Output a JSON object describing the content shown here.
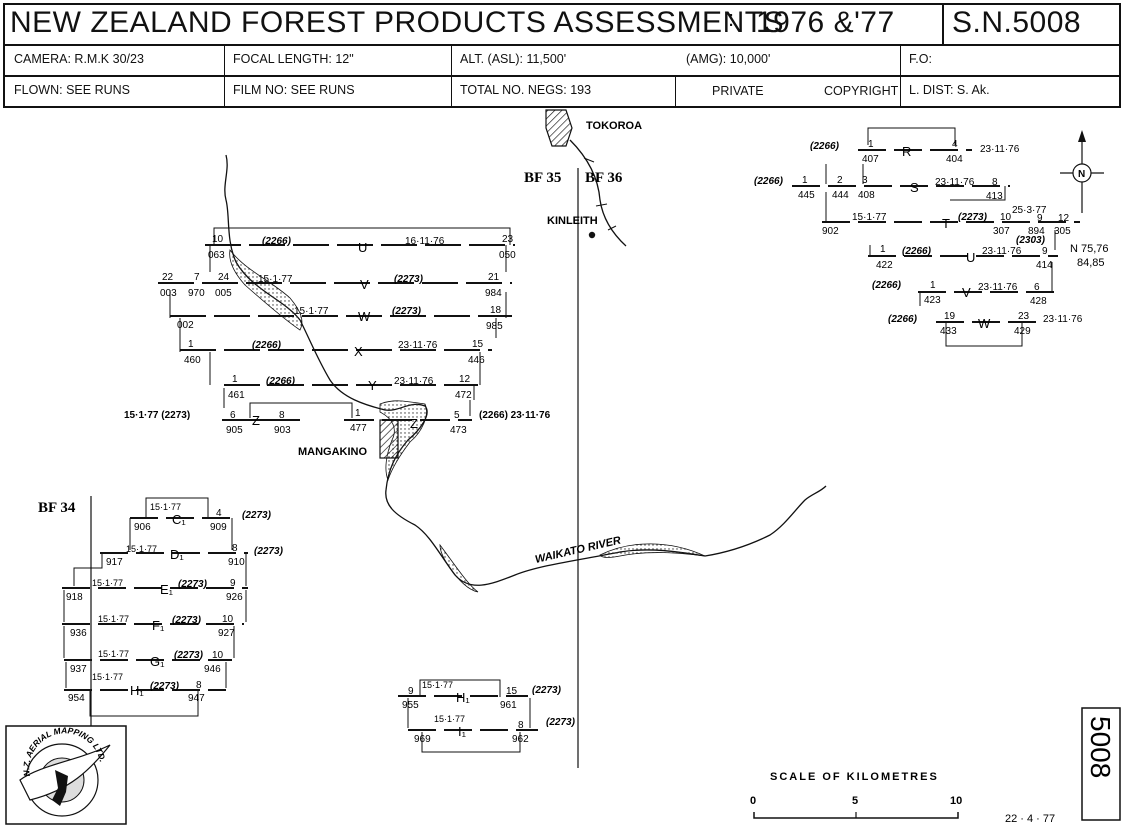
{
  "header": {
    "title": "NEW ZEALAND FOREST PRODUCTS ASSESSMENTS",
    "year_sep": ":",
    "years": "1976 &'77",
    "serial": "S.N.5008",
    "camera": "CAMERA: R.M.K 30/23",
    "focal": "FOCAL LENGTH: 12\"",
    "alt_asl": "ALT. (ASL): 11,500'",
    "alt_amg": "(AMG): 10,000'",
    "fo": "F.O:",
    "flown": "FLOWN: SEE RUNS",
    "film": "FILM NO: SEE RUNS",
    "negs": "TOTAL NO. NEGS: 193",
    "private": "PRIVATE",
    "copyright": "COPYRIGHT",
    "ldist": "L. DIST: S. Ak."
  },
  "places": {
    "tokoroa": "TOKOROA",
    "kinleith": "KINLEITH",
    "mangakino": "MANGAKINO",
    "river": "WAIKATO RIVER",
    "bf34": "BF 34",
    "bf35": "BF 35",
    "bf36": "BF 36"
  },
  "north_note1": "N 75,76",
  "north_note2": "84,85",
  "scale": {
    "title": "SCALE OF KILOMETRES",
    "t0": "0",
    "t5": "5",
    "t10": "10"
  },
  "date_stamp": "22 · 4 · 77",
  "sheet_no": "5008",
  "logo_text": "N.Z. AERIAL MAPPING LTD.",
  "runs_center": [
    {
      "letter": "U",
      "film": "(2266)",
      "date": "16·11·76",
      "l": "10",
      "lb": "063",
      "r": "23",
      "rb": "050"
    },
    {
      "letter": "V",
      "film": "(2273)",
      "date": "15·1·77",
      "l": "24",
      "lb": "005",
      "r": "21",
      "rb": "984"
    },
    {
      "letter": "W",
      "film": "(2273)",
      "date": "15·1·77",
      "l": "",
      "lb": "002",
      "r": "18",
      "rb": "985"
    },
    {
      "letter": "X",
      "film": "(2266)",
      "date": "23·11·76",
      "l": "1",
      "lb": "460",
      "r": "15",
      "rb": "446"
    },
    {
      "letter": "Y",
      "film": "(2266)",
      "date": "23·11·76",
      "l": "1",
      "lb": "461",
      "r": "12",
      "rb": "472"
    }
  ],
  "run_v_extra": {
    "a": "22",
    "ab": "003",
    "b": "7",
    "bb": "970"
  },
  "run_z": {
    "letter": "Z",
    "left_info": "15·1·77 (2273)",
    "right_info": "(2266) 23·11·76",
    "a": "6",
    "ab": "905",
    "b": "8",
    "bb": "903",
    "c": "1",
    "cb": "477",
    "d": "5",
    "db": "473"
  },
  "runs_east": [
    {
      "letter": "R",
      "film": "(2266)",
      "date": "23·11·76",
      "l": "1",
      "lb": "407",
      "r": "4",
      "rb": "404"
    },
    {
      "letter": "S",
      "film": "(2266)",
      "date": "23·11·76",
      "l": "1",
      "lb": "445",
      "m1": "2",
      "m1b": "444",
      "m2": "3",
      "m2b": "408",
      "r": "8",
      "rb": "413"
    },
    {
      "letter": "T",
      "film": "(2273)",
      "date": "15·1·77",
      "l": "",
      "lb": "902",
      "date2": "25·3·77",
      "m": "10",
      "mb": "307",
      "r": "9",
      "rb": "894",
      "r2": "12",
      "r2b": "305",
      "film2": "(2303)"
    },
    {
      "letter": "U",
      "film": "(2266)",
      "date": "23·11·76",
      "l": "1",
      "lb": "422",
      "r": "9",
      "rb": "414"
    },
    {
      "letter": "V",
      "film": "(2266)",
      "date": "23·11·76",
      "l": "1",
      "lb": "423",
      "r": "6",
      "rb": "428"
    },
    {
      "letter": "W",
      "film": "(2266)",
      "date": "23·11·76",
      "l": "19",
      "lb": "433",
      "r": "23",
      "rb": "429"
    }
  ],
  "runs_west": [
    {
      "letter": "C₁",
      "film": "(2273)",
      "date": "15·1·77",
      "l": "",
      "lb": "906",
      "r": "4",
      "rb": "909"
    },
    {
      "letter": "D₁",
      "film": "(2273)",
      "date": "15·1·77",
      "l": "",
      "lb": "917",
      "r": "8",
      "rb": "910"
    },
    {
      "letter": "E₁",
      "film": "(2273)",
      "date": "15·1·77",
      "l": "",
      "lb": "918",
      "r": "9",
      "rb": "926"
    },
    {
      "letter": "F₁",
      "film": "(2273)",
      "date": "15·1·77",
      "l": "",
      "lb": "936",
      "r": "10",
      "rb": "927"
    },
    {
      "letter": "G₁",
      "film": "(2273)",
      "date": "15·1·77",
      "l": "",
      "lb": "937",
      "r": "10",
      "rb": "946"
    },
    {
      "letter": "H₁",
      "film": "(2273)",
      "date": "15·1·77",
      "l": "",
      "lb": "954",
      "r": "8",
      "rb": "947"
    }
  ],
  "runs_south": [
    {
      "letter": "H₁",
      "film": "(2273)",
      "date": "15·1·77",
      "l": "9",
      "lb": "955",
      "r": "15",
      "rb": "961"
    },
    {
      "letter": "I₁",
      "film": "(2273)",
      "date": "15·1·77",
      "l": "",
      "lb": "969",
      "r": "8",
      "rb": "962"
    }
  ]
}
